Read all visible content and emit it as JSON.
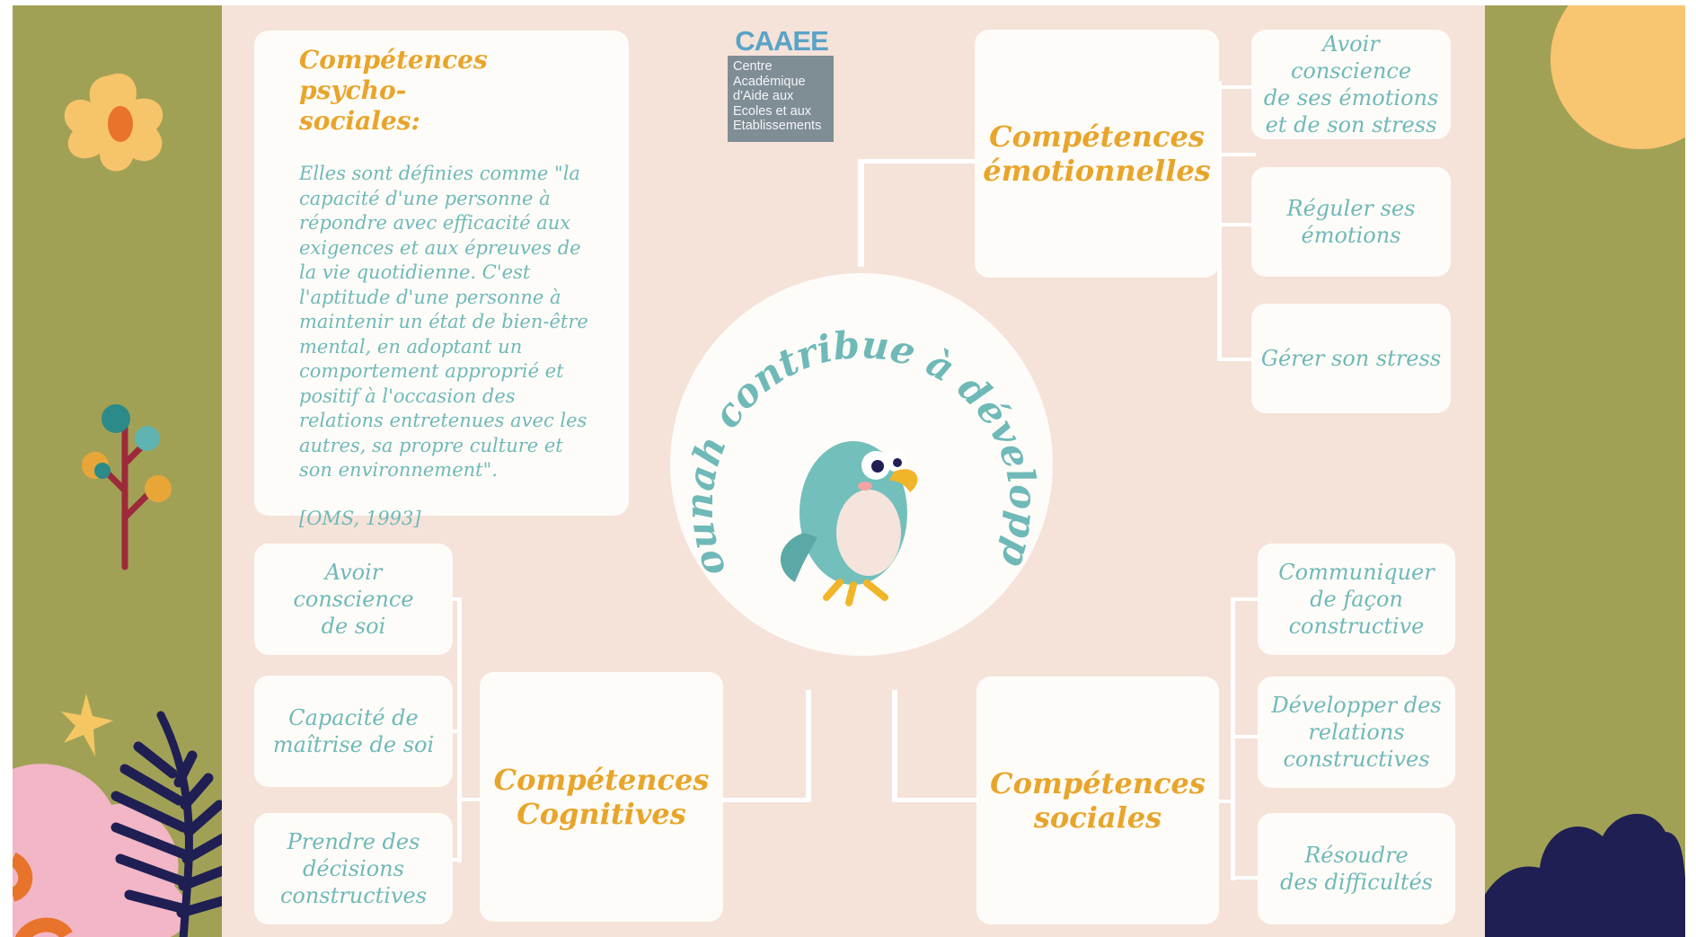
{
  "colors": {
    "frame_green": "#a1a156",
    "panel_peach": "#f5e2d9",
    "card_white": "#fefcf8",
    "teal_text": "#6fb9b8",
    "gold_text": "#e8a52a",
    "navy_leaf": "#1f1f54",
    "logo_blue": "#5aa3c7"
  },
  "logo": {
    "title": "CAAEE",
    "lines": [
      "Centre",
      "Académique",
      "d'Aide aux",
      "Ecoles et aux",
      "Etablissements"
    ]
  },
  "intro": {
    "title_line1": "Compétences psycho-",
    "title_line2": "sociales:",
    "body_lines": [
      "Elles sont définies comme \"la",
      "capacité d'une personne à",
      "répondre avec efficacité aux",
      "exigences et aux épreuves de",
      "la vie quotidienne. C'est",
      "l'aptitude d'une personne à",
      "maintenir un état de bien-être",
      "mental, en adoptant un",
      "comportement approprié et",
      "positif à l'occasion des",
      "relations entretenues avec les",
      "autres, sa propre culture et",
      "son environnement\"."
    ],
    "source": "[OMS, 1993]"
  },
  "center": {
    "arc_text": "Nounah contribue à développer",
    "mascot_icon": "parrot-mascot-icon"
  },
  "emotional": {
    "title_line1": "Compétences",
    "title_line2": "émotionnelles",
    "items": [
      [
        "Avoir conscience",
        "de ses émotions",
        "et de son stress"
      ],
      [
        "Réguler ses",
        "émotions"
      ],
      [
        "Gérer son stress"
      ]
    ]
  },
  "cognitive": {
    "title_line1": "Compétences",
    "title_line2": "Cognitives",
    "items": [
      [
        "Avoir conscience",
        "de soi"
      ],
      [
        "Capacité de",
        "maîtrise de soi"
      ],
      [
        "Prendre des",
        "décisions",
        "constructives"
      ]
    ]
  },
  "social": {
    "title_line1": "Compétences",
    "title_line2": "sociales",
    "items": [
      [
        "Communiquer",
        "de façon",
        "constructive"
      ],
      [
        "Développer des",
        "relations",
        "constructives"
      ],
      [
        "Résoudre",
        "des difficultés"
      ]
    ]
  },
  "decorations": [
    "flower-icon",
    "tree-icon",
    "star-icon",
    "fern-leaf-icon",
    "sun-icon",
    "leaf-cluster-icon",
    "pink-blob-icon"
  ]
}
